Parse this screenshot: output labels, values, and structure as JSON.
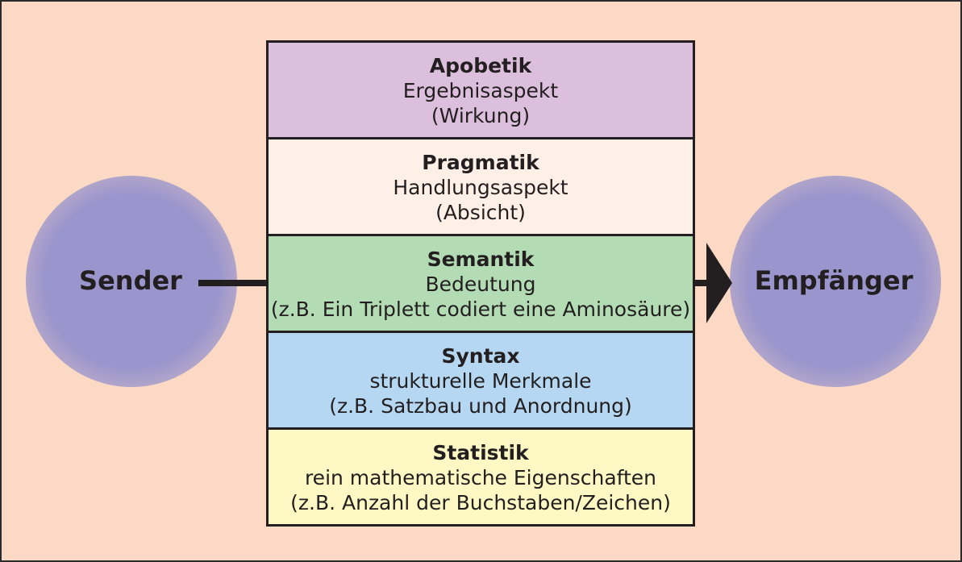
{
  "colors": {
    "background": "#fcd9c4",
    "node": "#9a95cc",
    "ink": "#231f20"
  },
  "sender": {
    "label": "Sender"
  },
  "receiver": {
    "label": "Empfänger"
  },
  "layers": [
    {
      "title": "Apobetik",
      "line1": "Ergebnisaspekt",
      "line2": "(Wirkung)",
      "color": "#dcbfdc"
    },
    {
      "title": "Pragmatik",
      "line1": "Handlungsaspekt",
      "line2": "(Absicht)",
      "color": "#fef0e6"
    },
    {
      "title": "Semantik",
      "line1": "Bedeutung",
      "line2": "(z.B. Ein Triplett codiert eine Aminosäure)",
      "color": "#b4dcb4"
    },
    {
      "title": "Syntax",
      "line1": "strukturelle Merkmale",
      "line2": "(z.B. Satzbau und Anordnung)",
      "color": "#b5d7f2"
    },
    {
      "title": "Statistik",
      "line1": "rein mathematische Eigenschaften",
      "line2": "(z.B. Anzahl der Buchstaben/Zeichen)",
      "color": "#fdf8c4"
    }
  ]
}
